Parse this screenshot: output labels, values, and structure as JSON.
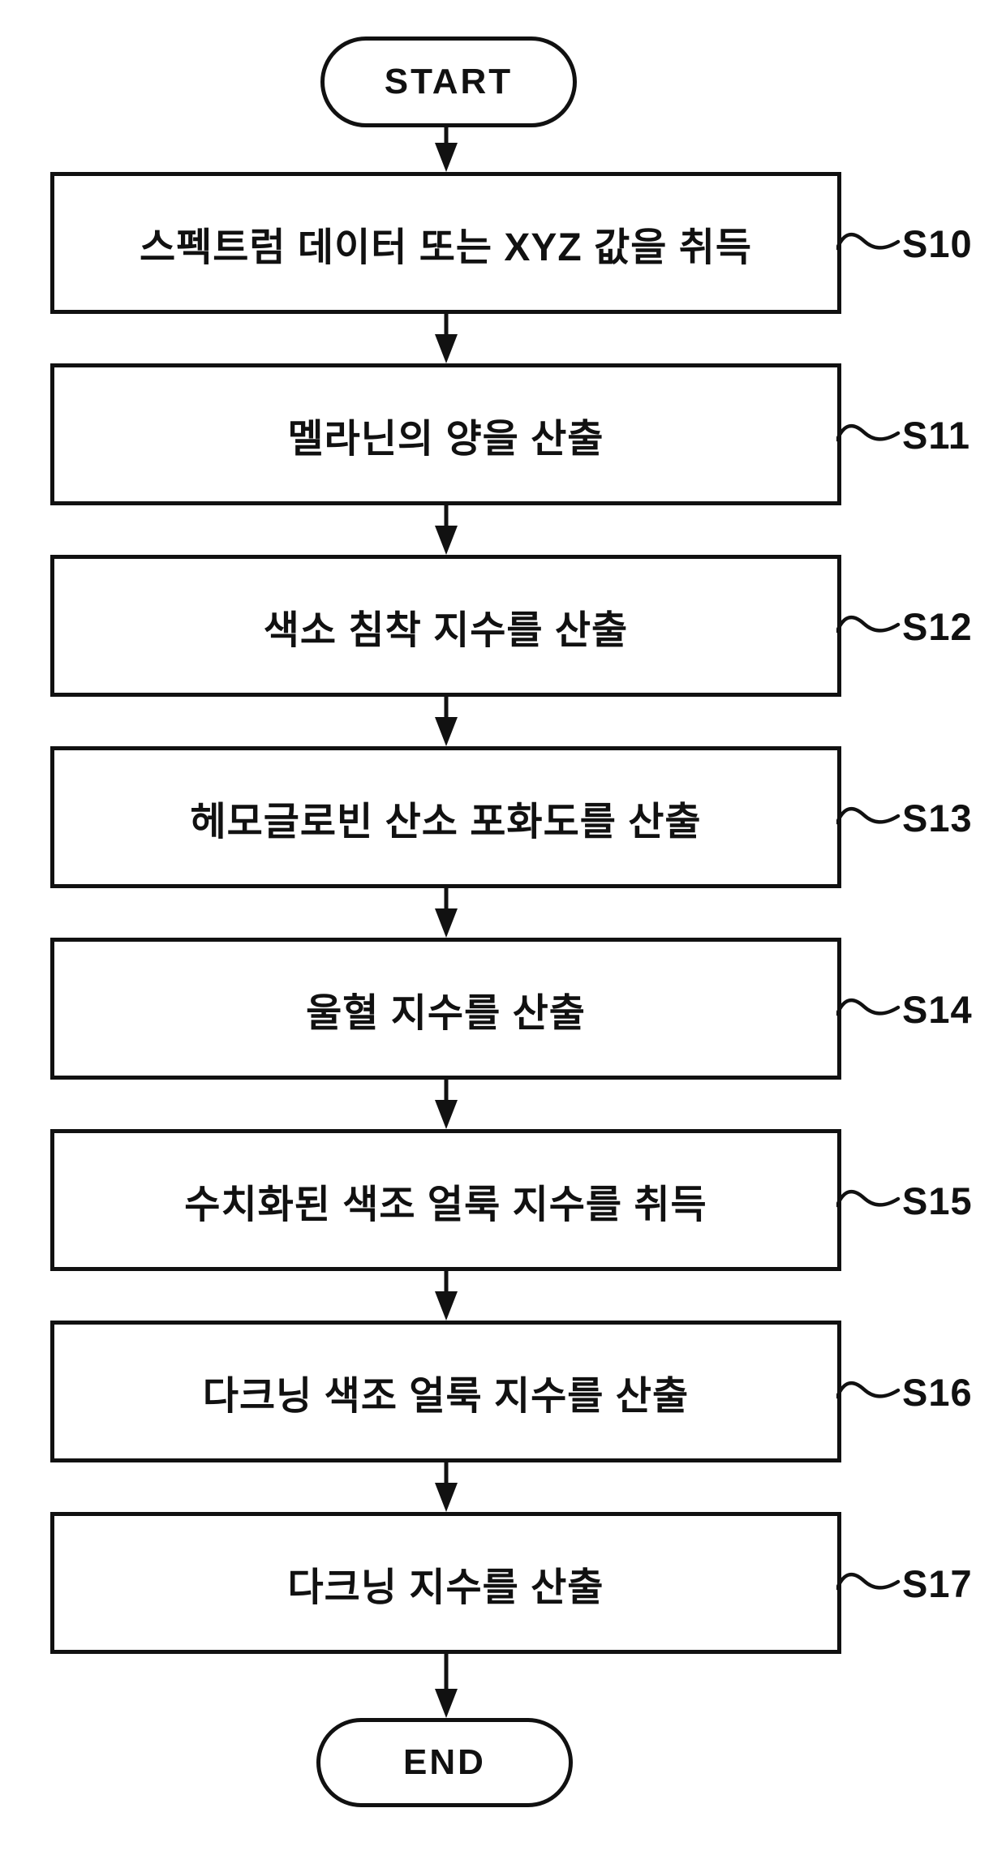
{
  "figure": {
    "type": "flowchart",
    "background_color": "#ffffff",
    "line_color": "#111111",
    "start_label": "START",
    "end_label": "END",
    "steps": [
      {
        "id": "S10",
        "text": "스펙트럼 데이터 또는 XYZ 값을 취득"
      },
      {
        "id": "S11",
        "text": "멜라닌의 양을 산출"
      },
      {
        "id": "S12",
        "text": "색소 침착 지수를 산출"
      },
      {
        "id": "S13",
        "text": "헤모글로빈 산소 포화도를 산출"
      },
      {
        "id": "S14",
        "text": "울혈 지수를 산출"
      },
      {
        "id": "S15",
        "text": "수치화된 색조 얼룩 지수를 취득"
      },
      {
        "id": "S16",
        "text": "다크닝 색조 얼룩 지수를 산출"
      },
      {
        "id": "S17",
        "text": "다크닝 지수를 산출"
      }
    ]
  }
}
